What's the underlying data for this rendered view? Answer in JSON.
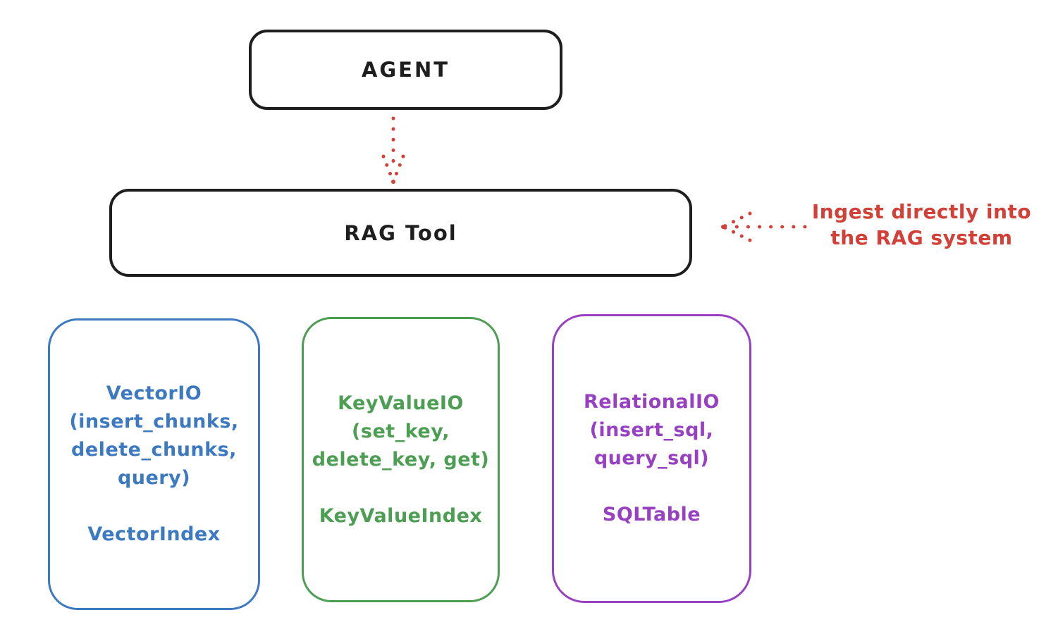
{
  "diagram": {
    "agent": {
      "label": "AGENT"
    },
    "rag_tool": {
      "label": "RAG Tool"
    },
    "annotation": {
      "line1": "Ingest directly into",
      "line2": "the RAG system"
    },
    "arrows": [
      {
        "name": "agent-to-rag-tool-arrow",
        "style": "dotted",
        "direction": "down",
        "color": "#d24038"
      },
      {
        "name": "annotation-to-rag-tool-arrow",
        "style": "dotted",
        "direction": "left",
        "color": "#d24038"
      }
    ],
    "io_boxes": [
      {
        "title_lines": [
          "VectorIO",
          "(insert_chunks,",
          "delete_chunks,",
          "query)"
        ],
        "index_label": "VectorIndex",
        "color": "#3c79c0"
      },
      {
        "title_lines": [
          "KeyValueIO",
          "(set_key,",
          "delete_key, get)"
        ],
        "index_label": "KeyValueIndex",
        "color": "#4b9e52"
      },
      {
        "title_lines": [
          "RelationalIO",
          "(insert_sql,",
          "query_sql)"
        ],
        "index_label": "SQLTable",
        "color": "#9840c2"
      }
    ],
    "colors": {
      "outline_black": "#1e1e1e",
      "accent_red": "#d24038",
      "vector_blue": "#3c79c0",
      "keyvalue_green": "#4b9e52",
      "relational_purple": "#9840c2",
      "background": "#ffffff"
    }
  }
}
